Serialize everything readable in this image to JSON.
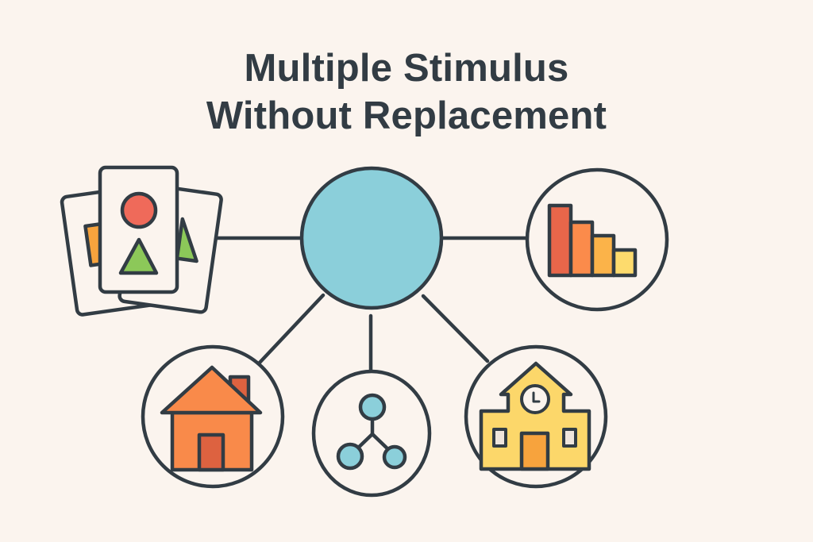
{
  "title": {
    "line1": "Multiple Stimulus",
    "line2": "Without Replacement"
  },
  "colors": {
    "background": "#fbf4ee",
    "stroke": "#323c44",
    "center_node": "#8bcfda",
    "red": "#ef6a5a",
    "green": "#8cc859",
    "orange": "#f7a33d",
    "house": "#f98a4a",
    "house_dark": "#dd6240",
    "school": "#fcd76a",
    "school_door": "#f7a33d",
    "bar1": "#e8664a",
    "bar2": "#fb8b4b",
    "bar3": "#fbb349",
    "bar4": "#fddb6d"
  },
  "nodes": {
    "center": "central-stimulus-node",
    "top_left": "stimulus-cards",
    "top_right": "preference-ranking-bar-chart",
    "bottom_left": "home-setting",
    "bottom_center": "hierarchy-network",
    "bottom_right": "school-setting"
  }
}
